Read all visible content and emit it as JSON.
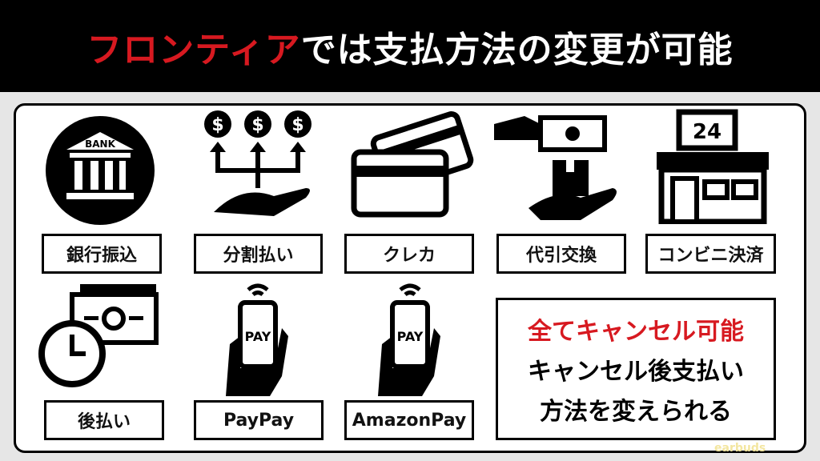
{
  "header": {
    "title_red": "フロンティア",
    "title_white": "では支払方法の変更が可能"
  },
  "methods": [
    {
      "label": "銀行振込",
      "icon": "bank-icon",
      "icon_text": "BANK"
    },
    {
      "label": "分割払い",
      "icon": "installment-icon",
      "icon_text": "$"
    },
    {
      "label": "クレカ",
      "icon": "credit-card-icon"
    },
    {
      "label": "代引交換",
      "icon": "cash-on-delivery-icon"
    },
    {
      "label": "コンビニ決済",
      "icon": "convenience-store-icon",
      "icon_text": "24"
    },
    {
      "label": "後払い",
      "icon": "deferred-payment-icon"
    },
    {
      "label": "PayPay",
      "icon": "mobile-pay-icon",
      "icon_text": "PAY"
    },
    {
      "label": "AmazonPay",
      "icon": "mobile-pay-icon",
      "icon_text": "PAY"
    }
  ],
  "note": {
    "line1": "全てキャンセル可能",
    "line2": "キャンセル後支払い",
    "line3": "方法を変えられる"
  },
  "watermark": "earbuds",
  "colors": {
    "accent": "#d71920",
    "header_bg": "#000000",
    "page_bg": "#e6e6e6"
  }
}
